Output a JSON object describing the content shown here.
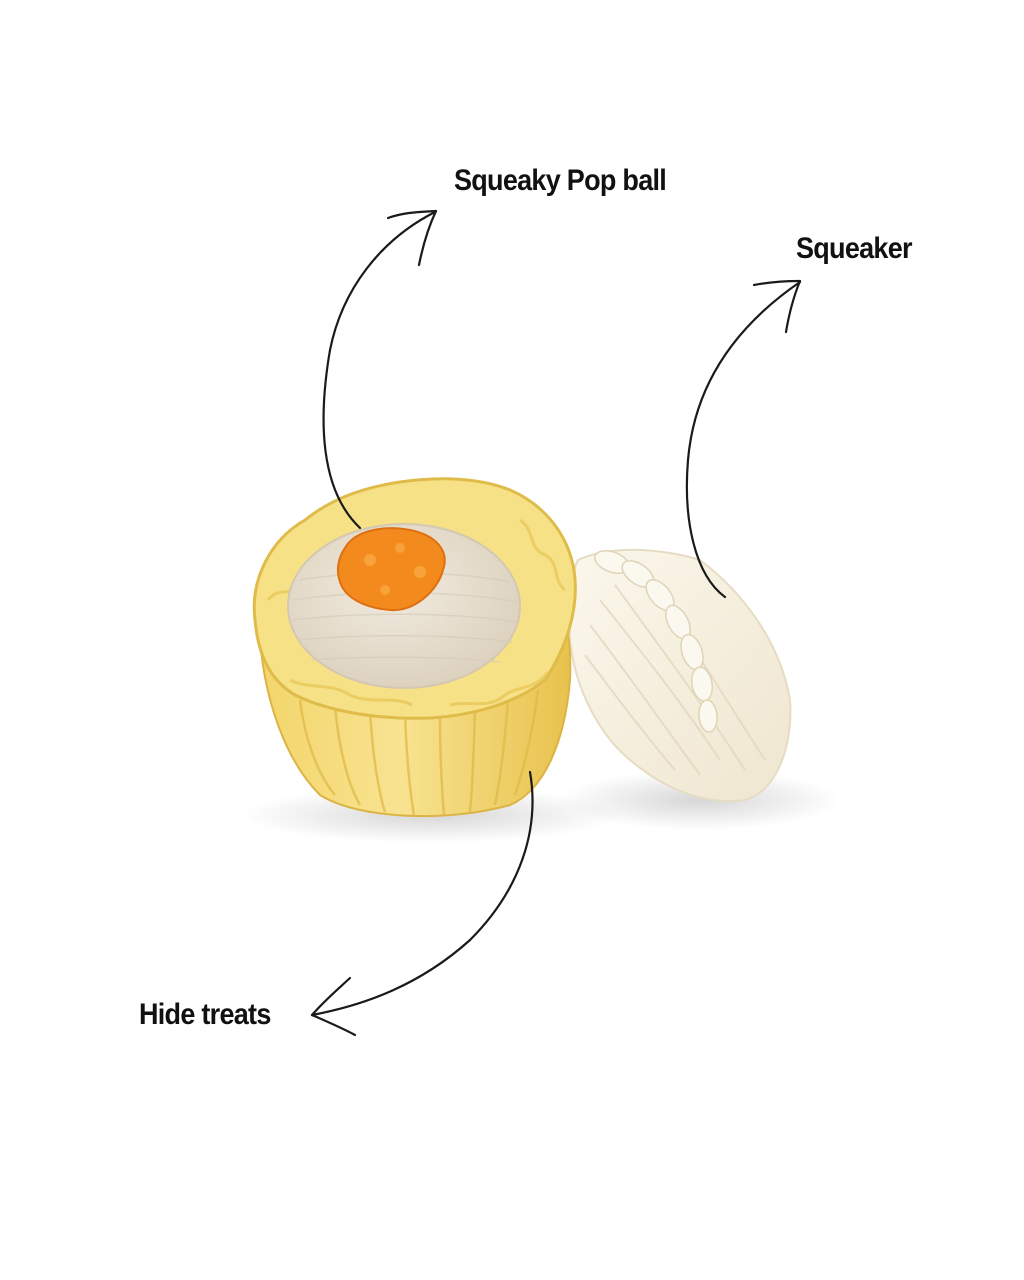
{
  "callouts": {
    "squeaky_pop_ball": "Squeaky Pop ball",
    "squeaker": "Squeaker",
    "hide_treats": "Hide treats"
  },
  "colors": {
    "background": "#ffffff",
    "label_text": "#111111",
    "arrow_stroke": "#1a1a1a",
    "dumpling_yellow": "#f2d672",
    "dumpling_yellow_dark": "#e4be4a",
    "dumpling_rim": "#f7e69a",
    "filling_cream": "#e9e1d2",
    "topping_orange": "#f28a1e",
    "second_dumpling": "#f6f0e0"
  },
  "icons": {
    "arrow_pop_ball": "curved-arrow-icon",
    "arrow_squeaker": "curved-arrow-icon",
    "arrow_hide_treats": "curved-arrow-icon"
  }
}
